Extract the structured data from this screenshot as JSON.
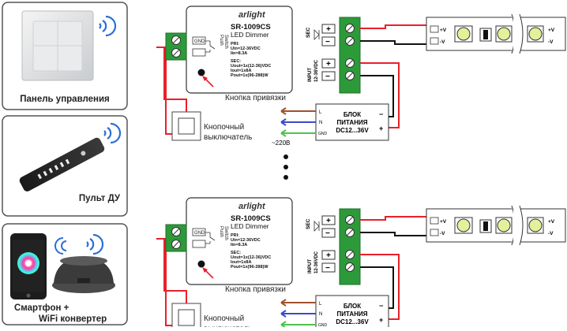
{
  "controllers": [
    {
      "label": "Панель управления"
    },
    {
      "label": "Пульт ДУ"
    },
    {
      "label_line1": "Смартфон +",
      "label_line2": "WiFi конвертер"
    }
  ],
  "dimmer": {
    "brand": "arlight",
    "model": "SR-1009CS",
    "subtitle": "LED Dimmer",
    "pri": [
      "PRI:",
      "Uin=12-36VDC",
      "Iin=8.3A"
    ],
    "sec": [
      "SEC:",
      "Uout=1x(12-36)VDC",
      "Iout=1x8A",
      "Pout=1x(96-288)W"
    ],
    "gnd": "GND",
    "push_switch_1": "Push",
    "push_switch_2": "Switch",
    "sec_label": "SEC",
    "input_label_1": "INPUT",
    "input_label_2": "12-36VDC",
    "plus": "+",
    "minus": "−"
  },
  "bind_button_label": "Кнопка привязки",
  "push_button_label_1": "Кнопочный",
  "push_button_label_2": "выключатель",
  "power_supply": {
    "line1": "БЛОК",
    "line2": "ПИТАНИЯ",
    "line3": "DC12...36V",
    "L": "L",
    "N": "N",
    "GND": "GND",
    "minus": "−",
    "plus": "+",
    "mains": "~220В"
  },
  "led_strip": {
    "plus_v": "+V",
    "minus_v": "-V"
  },
  "colors": {
    "red": "#e8202a",
    "blue": "#3b4bc8",
    "brown": "#a0522d",
    "green": "#4cc34c",
    "terminal": "#2d9a3a",
    "wifi": "#2a6fd6"
  },
  "icons": [
    "wifi-icon",
    "led-icon",
    "chip-icon"
  ]
}
